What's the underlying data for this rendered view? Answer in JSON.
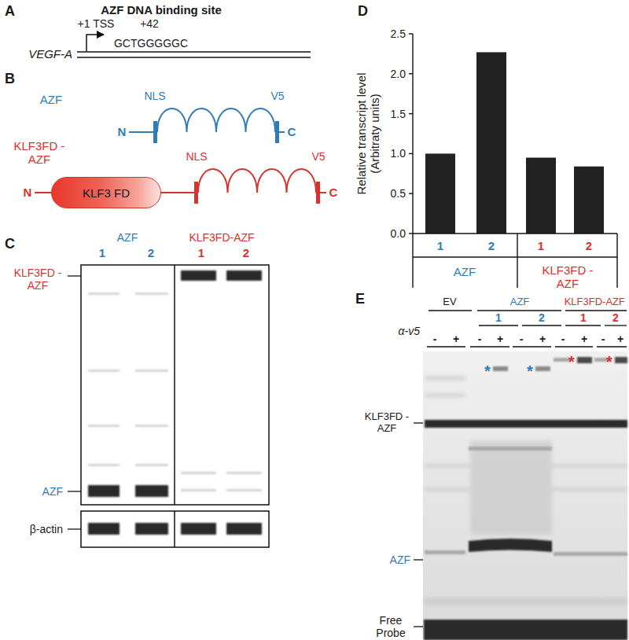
{
  "diagram": {
    "nodes": [
      {
        "text": [
          "KLF3 FD"
        ]
      }
    ],
    "labels": [
      "A",
      "AZF DNA binding site",
      "+1 TSS",
      "+42",
      "VEGF-A",
      "GCTGGGGGC",
      "B",
      "AZF",
      "NLS",
      "V5",
      "N",
      "C",
      "KLF3FD -AZF",
      "N",
      "NLS",
      "V5",
      "C",
      "C",
      "AZF",
      "KLF3FD-AZF",
      "1",
      "2",
      "1",
      "2",
      "KLF3FD -AZF",
      "AZF",
      "β-actin",
      "D",
      "Relative transcript level (Arbitraty units)",
      "2.5",
      "2.0",
      "1.5",
      "1.0",
      "0.5",
      "0.0",
      "1",
      "2",
      "1",
      "2",
      "AZF",
      "KLF3FD -AZF",
      "E",
      "EV",
      "AZF",
      "KLF3FD-AZF",
      "1",
      "2",
      "1",
      "2",
      "α-v5",
      "-",
      "+",
      "-",
      "+",
      "-",
      "+",
      "-",
      "+",
      "-",
      "+",
      "*",
      "*",
      "*",
      "*",
      "KLF3FD -AZF",
      "AZF",
      "Free Probe"
    ]
  }
}
